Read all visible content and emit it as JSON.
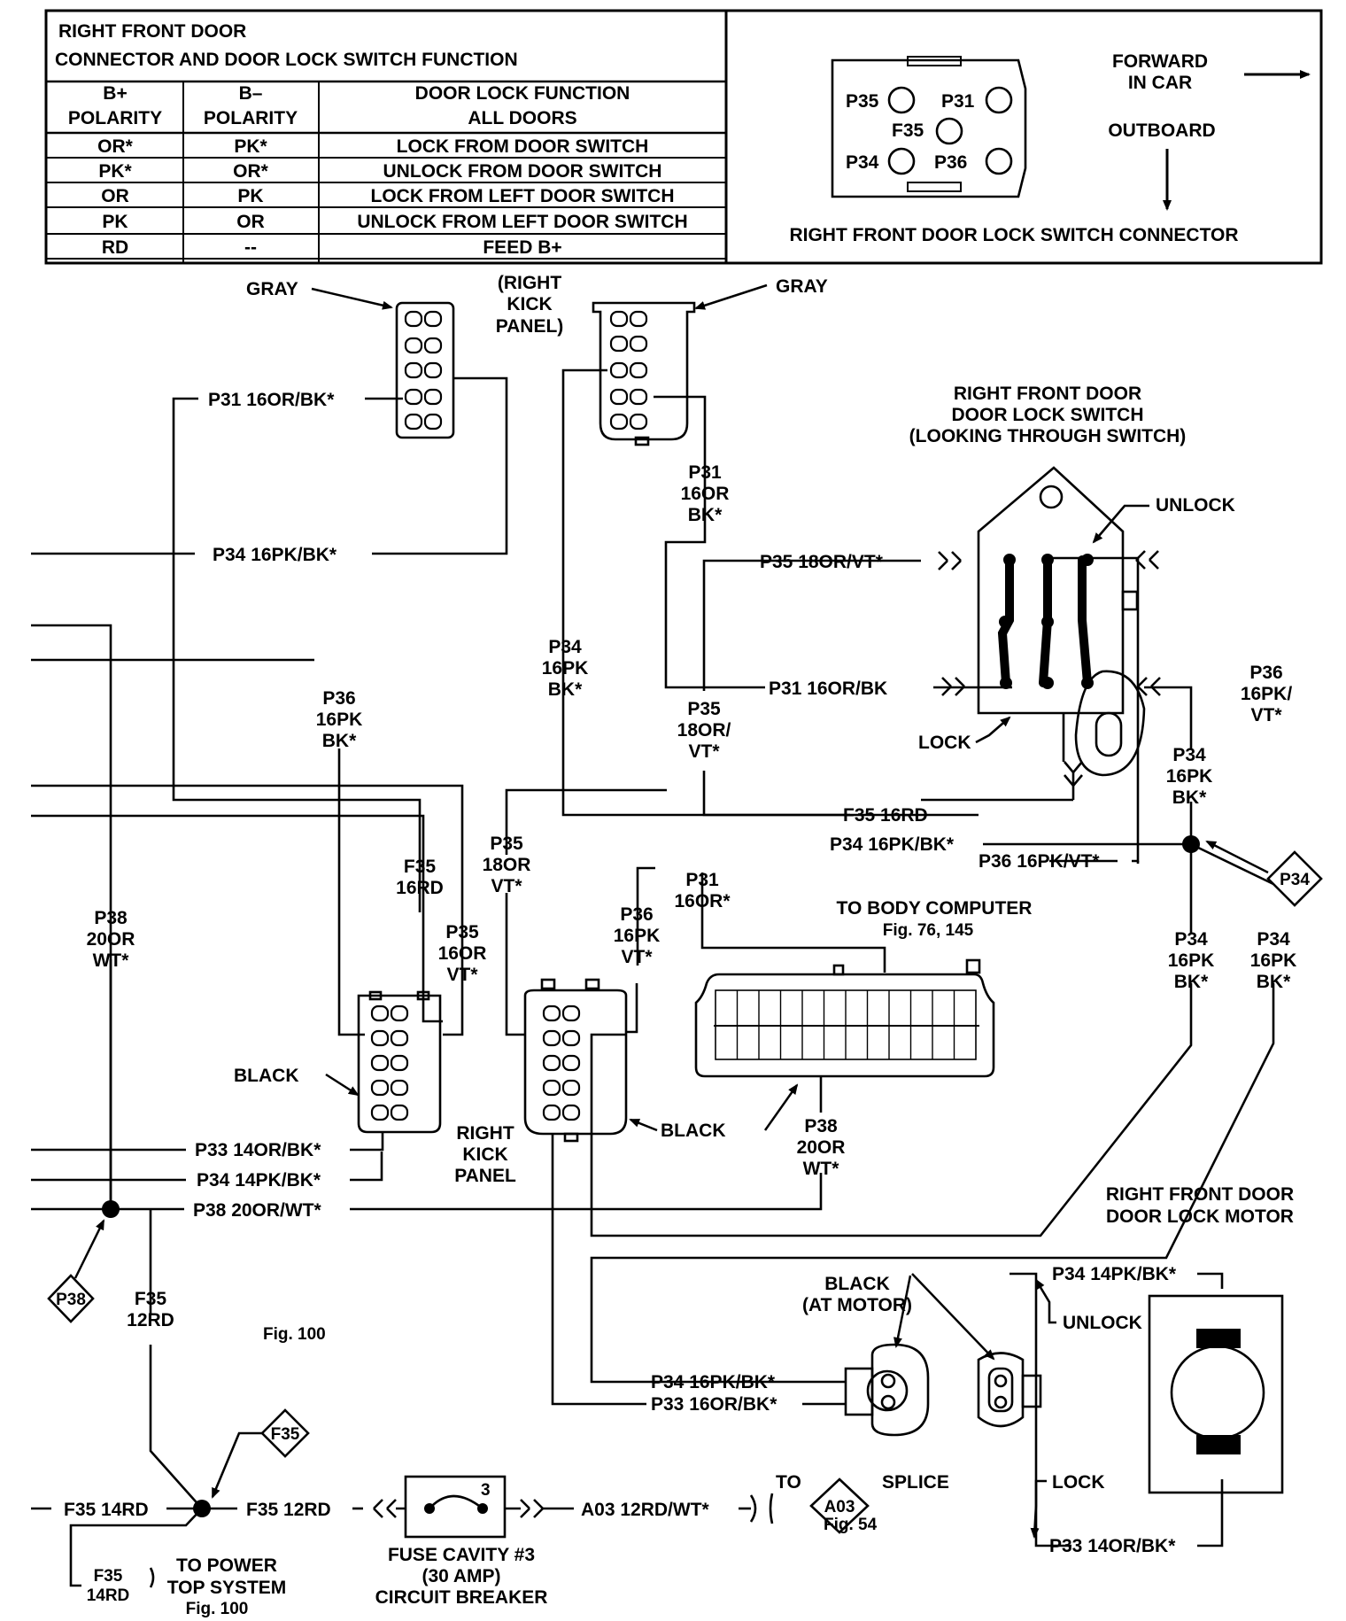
{
  "table": {
    "title1": "RIGHT FRONT DOOR",
    "title2": "CONNECTOR AND DOOR LOCK SWITCH FUNCTION",
    "col1_h1": "B+",
    "col1_h2": "POLARITY",
    "col2_h1": "B–",
    "col2_h2": "POLARITY",
    "col3_h1": "DOOR LOCK FUNCTION",
    "col3_h2": "ALL DOORS",
    "rows": [
      [
        "OR*",
        "PK*",
        "LOCK FROM DOOR SWITCH"
      ],
      [
        "PK*",
        "OR*",
        "UNLOCK FROM DOOR SWITCH"
      ],
      [
        "OR",
        "PK",
        "LOCK FROM LEFT DOOR SWITCH"
      ],
      [
        "PK",
        "OR",
        "UNLOCK FROM LEFT DOOR SWITCH"
      ],
      [
        "RD",
        "--",
        "FEED B+"
      ]
    ]
  },
  "connector_view": {
    "pins": [
      "P35",
      "P31",
      "F35",
      "P34",
      "P36"
    ],
    "forward_1": "FORWARD",
    "forward_2": "IN CAR",
    "outboard": "OUTBOARD",
    "caption": "RIGHT FRONT DOOR LOCK SWITCH CONNECTOR"
  },
  "labels": {
    "gray_left": "GRAY",
    "gray_right": "GRAY",
    "kick_top_1": "(RIGHT",
    "kick_top_2": "KICK",
    "kick_top_3": "PANEL)",
    "switch_title_1": "RIGHT FRONT DOOR",
    "switch_title_2": "DOOR LOCK SWITCH",
    "switch_title_3": "(LOOKING THROUGH SWITCH)",
    "unlock": "UNLOCK",
    "lock": "LOCK",
    "black_left": "BLACK",
    "black_right": "BLACK",
    "kick_bottom_1": "RIGHT",
    "kick_bottom_2": "KICK",
    "kick_bottom_3": "PANEL",
    "body_computer_1": "TO BODY COMPUTER",
    "body_computer_2": "Fig. 76, 145",
    "fig100_a": "Fig. 100",
    "motor_title_1": "RIGHT FRONT DOOR",
    "motor_title_2": "DOOR LOCK MOTOR",
    "black_motor_1": "BLACK",
    "black_motor_2": "(AT MOTOR)",
    "motor_unlock": "UNLOCK",
    "motor_lock": "LOCK",
    "to_splice_to": "TO",
    "splice": "SPLICE",
    "fig54": "Fig. 54",
    "fuse_1": "FUSE CAVITY #3",
    "fuse_2": "(30 AMP)",
    "fuse_3": "CIRCUIT BREAKER",
    "fuse_num": "3",
    "power_top_1": "TO POWER",
    "power_top_2": "TOP SYSTEM",
    "fig100_b": "Fig. 100",
    "diamond_p34": "P34",
    "diamond_p38": "P38",
    "diamond_f35": "F35",
    "diamond_a03": "A03"
  },
  "wires": {
    "p31_16or_bk": "P31 16OR/BK*",
    "p34_16pk_bk": "P34 16PK/BK*",
    "p35_18or_vt": "P35 18OR/VT*",
    "p31_16or_bk_sw": "P31 16OR/BK",
    "f35_16rd": "F35 16RD",
    "p34_16pk_bk_mid": "P34 16PK/BK*",
    "p36_16pk_vt": "P36 16PK/VT*",
    "p33_14or_bk": "P33 14OR/BK*",
    "p34_14pk_bk": "P34 14PK/BK*",
    "p38_20or_wt": "P38 20OR/WT*",
    "p34_16pk_bk_motor": "P34 16PK/BK*",
    "p33_16or_bk_motor": "P33 16OR/BK*",
    "motor_p34": "P34 14PK/BK*",
    "motor_p33": "P33 14OR/BK*",
    "f35_14rd_left": "F35 14RD",
    "f35_12rd_mid": "F35 12RD",
    "a03": "A03 12RD/WT*",
    "f35_14rd_bottom_1": "F35",
    "f35_14rd_bottom_2": "14RD",
    "v_p31_1": "P31",
    "v_p31_2": "16OR",
    "v_p31_3": "BK*",
    "v_p34a_1": "P34",
    "v_p34a_2": "16PK",
    "v_p34a_3": "BK*",
    "v_p35a_1": "P35",
    "v_p35a_2": "18OR/",
    "v_p35a_3": "VT*",
    "v_p36a_1": "P36",
    "v_p36a_2": "16PK",
    "v_p36a_3": "BK*",
    "v_p36b_1": "P36",
    "v_p36b_2": "16PK/",
    "v_p36b_3": "VT*",
    "v_p34b_1": "P34",
    "v_p34b_2": "16PK",
    "v_p34b_3": "BK*",
    "v_f35a_1": "F35",
    "v_f35a_2": "16RD",
    "v_p35b_1": "P35",
    "v_p35b_2": "16OR",
    "v_p35b_3": "VT*",
    "v_p35c_1": "P35",
    "v_p35c_2": "18OR",
    "v_p35c_3": "VT*",
    "v_p31b_1": "P31",
    "v_p31b_2": "16OR*",
    "v_p36c_1": "P36",
    "v_p36c_2": "16PK",
    "v_p36c_3": "VT*",
    "v_p38a_1": "P38",
    "v_p38a_2": "20OR",
    "v_p38a_3": "WT*",
    "v_p38b_1": "P38",
    "v_p38b_2": "20OR",
    "v_p38b_3": "WT*",
    "v_p34c_1": "P34",
    "v_p34c_2": "16PK",
    "v_p34c_3": "BK*",
    "v_p34d_1": "P34",
    "v_p34d_2": "16PK",
    "v_p34d_3": "BK*",
    "v_f35b_1": "F35",
    "v_f35b_2": "12RD"
  }
}
